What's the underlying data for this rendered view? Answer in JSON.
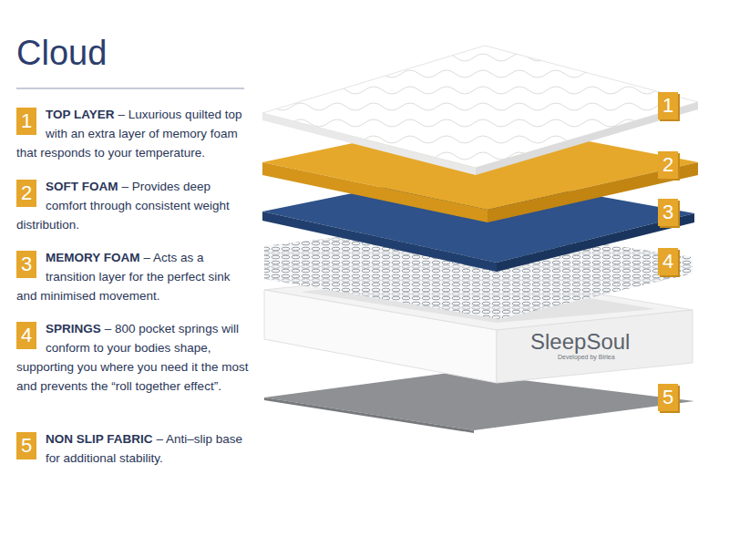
{
  "diagram": {
    "title": "Cloud",
    "nodes": [
      {
        "text": [
          "1"
        ]
      },
      {
        "text": [
          "2"
        ]
      },
      {
        "text": [
          "3"
        ]
      },
      {
        "text": [
          "4"
        ]
      },
      {
        "text": [
          "5"
        ]
      },
      {
        "text": [
          "1"
        ]
      },
      {
        "text": [
          "2"
        ]
      },
      {
        "text": [
          "3"
        ]
      },
      {
        "text": [
          "4"
        ]
      },
      {
        "text": [
          "5"
        ]
      },
      {
        "text": [
          "SleepSoul",
          "Developed by Birlea"
        ]
      }
    ],
    "labels": [
      "TOP LAYER",
      "– Luxurious quilted top with an extra layer of memory foam that responds to your temperature.",
      "SOFT FOAM",
      "– Provides deep comfort through consistent weight distribution.",
      "MEMORY FOAM",
      "– Acts as a transition layer for the perfect sink and minimised movement.",
      "SPRINGS",
      "– 800 pocket springs will conform to your bodies shape, supporting you where you need it the most and prevents the “roll together effect”.",
      "NON SLIP FABRIC",
      "– Anti–slip base for additional stability."
    ]
  }
}
